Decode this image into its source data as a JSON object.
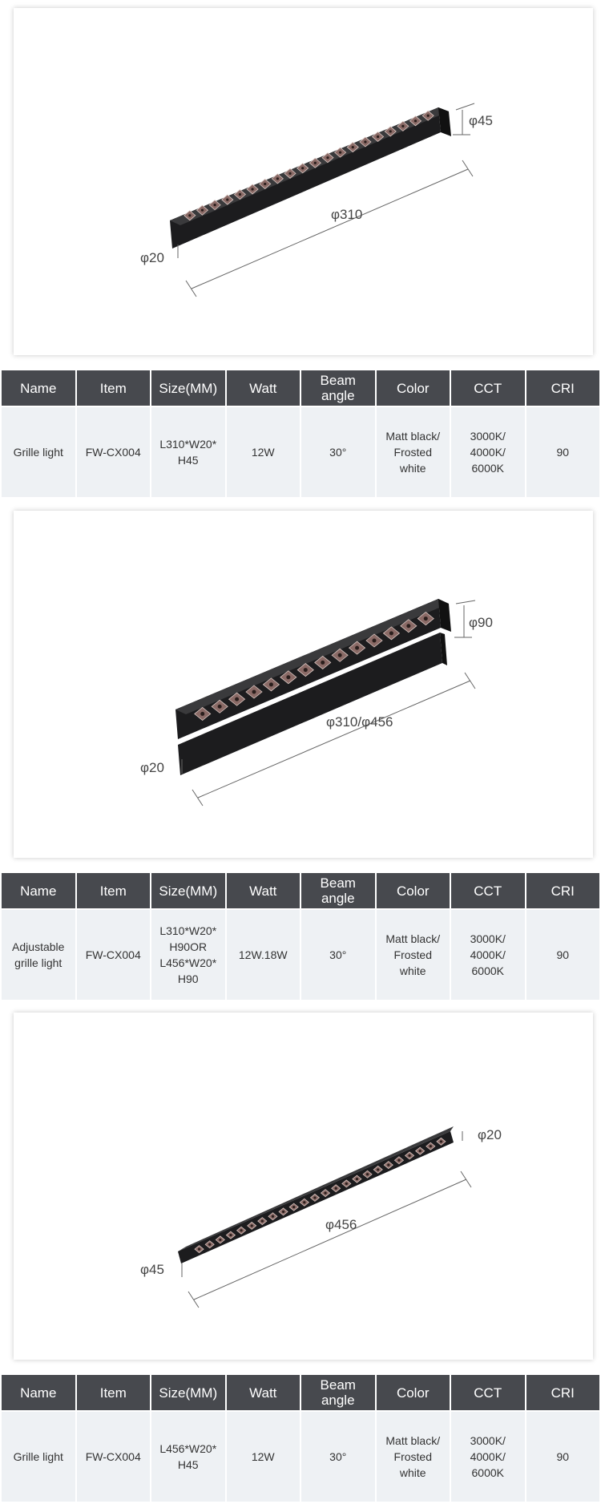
{
  "table_headers": {
    "name": "Name",
    "item": "Item",
    "size": "Size(MM)",
    "watt": "Watt",
    "beam": "Beam\nangle",
    "color": "Color",
    "cct": "CCT",
    "cri": "CRI"
  },
  "products": [
    {
      "image_alt": "Grille light product drawing with dimensions",
      "dims": {
        "height": "φ45",
        "length": "φ310",
        "width": "φ20"
      },
      "specs": {
        "name": "Grille light",
        "item": "FW-CX004",
        "size": "L310*W20*\nH45",
        "watt": "12W",
        "beam": "30°",
        "color": "Matt black/\nFrosted\nwhite",
        "cct": "3000K/\n4000K/\n6000K",
        "cri": "90"
      }
    },
    {
      "image_alt": "Adjustable grille light product drawing with dimensions",
      "dims": {
        "height": "φ90",
        "length": "φ310/φ456",
        "width": "φ20"
      },
      "specs": {
        "name": "Adjustable\ngrille light",
        "item": "FW-CX004",
        "size": "L310*W20*\nH90OR\nL456*W20*\nH90",
        "watt": "12W.18W",
        "beam": "30°",
        "color": "Matt black/\nFrosted\nwhite",
        "cct": "3000K/\n4000K/\n6000K",
        "cri": "90"
      }
    },
    {
      "image_alt": "Grille light 456 product drawing with dimensions",
      "dims": {
        "height": "φ20",
        "length": "φ456",
        "width": "φ45"
      },
      "specs": {
        "name": "Grille light",
        "item": "FW-CX004",
        "size": "L456*W20*\nH45",
        "watt": "12W",
        "beam": "30°",
        "color": "Matt black/\nFrosted\nwhite",
        "cct": "3000K/\n4000K/\n6000K",
        "cri": "90"
      }
    }
  ],
  "colors": {
    "header_bg": "#47494e",
    "cell_bg": "#eef1f4",
    "fixture_body": "#1c1c1e",
    "reflector": "#8a6a66"
  }
}
